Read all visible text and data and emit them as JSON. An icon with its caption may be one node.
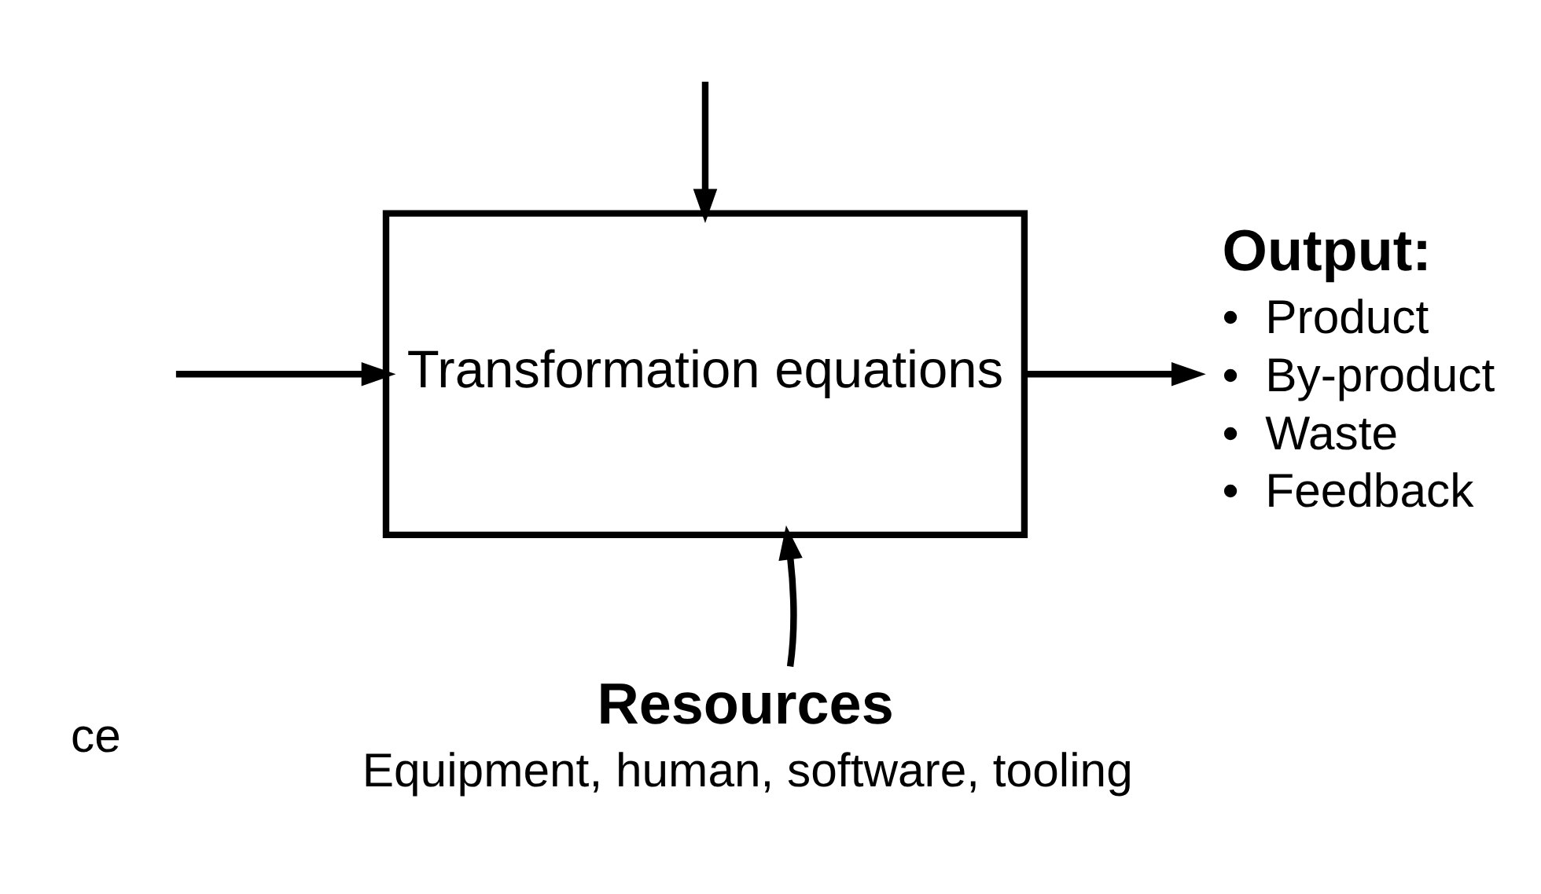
{
  "diagram": {
    "nodes": [
      {
        "text": [
          "Transformation equations"
        ]
      },
      {
        "text": [
          "Output:",
          "•  Product",
          "•  By-product",
          "•  Waste",
          "•  Feedback"
        ]
      },
      {
        "text": [
          "Resources",
          "Equipment, human, software, tooling"
        ]
      }
    ],
    "edges": [
      {
        "from": null,
        "to": 0,
        "arrow": "to"
      },
      {
        "from": null,
        "to": 0,
        "arrow": "to"
      },
      {
        "from": 0,
        "to": 1,
        "arrow": "to"
      },
      {
        "from": 2,
        "to": 0,
        "arrow": "to"
      }
    ],
    "labels": [
      "ce"
    ]
  }
}
